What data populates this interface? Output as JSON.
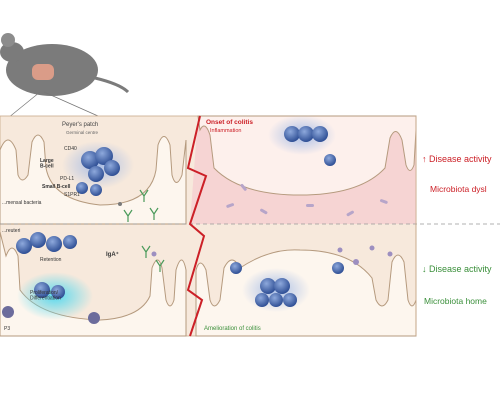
{
  "labels": {
    "peyers_patch": "Peyer's patch",
    "germinal_centre": "Germinal centre",
    "cd40": "CD40",
    "large_b_cell": "Large\nB-cell",
    "pd_l1": "PD-L1",
    "small_b_cell": "Small B-cell",
    "s1pr1": "S1PR1",
    "commensal_bacteria": "...mensal bacteria",
    "reuteri": "...reuteri",
    "retention": "Retention",
    "iga_plus": "IgA⁺",
    "proliferation": "Proliferation/\nDifferentiation",
    "p3": "P3",
    "onset_title": "Onset of colitis",
    "inflammation": "Inflammation",
    "amelioration": "Amelioration of colitis",
    "disease_up": "↑ Disease activity",
    "microbiota_dys": "Microbiota dysl",
    "disease_down": "↓ Disease activity",
    "microbiota_home": "Microbiota home"
  },
  "colors": {
    "panel_bg": "#f7e9dc",
    "inflamed_bg": "#f6d4d3",
    "villus_fill": "#fdf6ee",
    "villus_stroke": "#b59a7e",
    "b_cell": "#3d5fa8",
    "glow": "#a9c1e8",
    "cyan_glow": "#5fd6ee",
    "red_text": "#cc2027",
    "green_text": "#3a8f3a",
    "mouse": "#7b7b7b"
  }
}
